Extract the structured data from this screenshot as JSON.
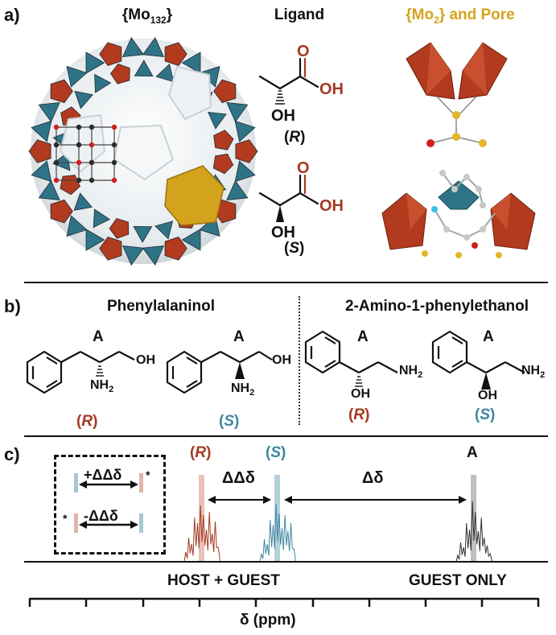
{
  "panel_a": {
    "letter": "a)",
    "mo132_prefix": "{Mo",
    "mo132_sub": "132",
    "mo132_suffix": "}",
    "ligand_title": "Ligand",
    "mo2_prefix": "{Mo",
    "mo2_sub": "2",
    "mo2_suffix": "} and Pore",
    "ligand_R": {
      "oxygen": "O",
      "hydroxyl": "OH",
      "alpha_oh": "OH",
      "config_open": "(",
      "config": "R",
      "config_close": ")"
    },
    "ligand_S": {
      "oxygen": "O",
      "hydroxyl": "OH",
      "alpha_oh": "OH",
      "config_open": "(",
      "config": "S",
      "config_close": ")"
    }
  },
  "panel_b": {
    "letter": "b)",
    "title_left": "Phenylalaninol",
    "title_right": "2-Amino-1-phenylethanol",
    "molecules": [
      {
        "marker": "A",
        "amine": "NH",
        "amine_sub": "2",
        "hydroxyl": "OH",
        "config": "R"
      },
      {
        "marker": "A",
        "amine": "NH",
        "amine_sub": "2",
        "hydroxyl": "OH",
        "config": "S"
      },
      {
        "marker": "A",
        "amine": "NH",
        "amine_sub": "2",
        "hydroxyl": "OH",
        "config": "R"
      },
      {
        "marker": "A",
        "amine": "NH",
        "amine_sub": "2",
        "hydroxyl": "OH",
        "config": "S"
      }
    ]
  },
  "panel_c": {
    "letter": "c)",
    "peak_R": "(R)",
    "peak_R_open": "(",
    "peak_R_mid": "R",
    "peak_R_close": ")",
    "peak_S_open": "(",
    "peak_S_mid": "S",
    "peak_S_close": ")",
    "peak_A": "A",
    "ddelta": "ΔΔδ",
    "delta": "Δδ",
    "inset_plus": "+ΔΔδ",
    "inset_minus": "-ΔΔδ",
    "inset_star": "*",
    "host_guest": "HOST + GUEST",
    "guest_only": "GUEST ONLY",
    "axis_label": "δ (ppm)"
  },
  "colors": {
    "red": "#a53a22",
    "teal": "#3f86a0",
    "gold": "#d4a31e",
    "molybdenum_red": "#b23a1e",
    "molybdenum_teal": "#2f7387"
  }
}
